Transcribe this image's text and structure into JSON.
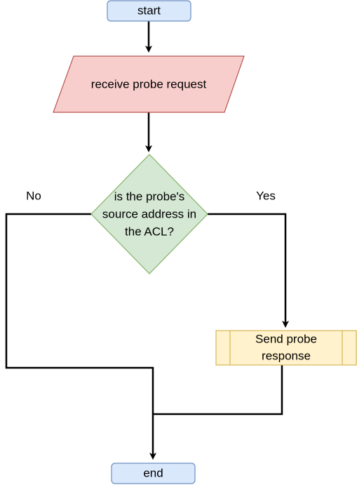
{
  "nodes": {
    "start": {
      "label": "start"
    },
    "receive": {
      "label": "receive probe request"
    },
    "decision": {
      "lines": [
        "is the probe's",
        "source address in",
        "the ACL?"
      ]
    },
    "send": {
      "lines": [
        "Send probe",
        "response"
      ]
    },
    "end": {
      "label": "end"
    }
  },
  "edges": {
    "no_label": "No",
    "yes_label": "Yes"
  },
  "colors": {
    "terminal_fill": "#dae8fc",
    "terminal_stroke": "#6c8ebf",
    "io_fill": "#f8cecc",
    "io_stroke": "#b85450",
    "decision_fill": "#d5e8d4",
    "decision_stroke": "#82b366",
    "process_fill": "#fff2cc",
    "process_stroke": "#d6b656",
    "edge": "#000000"
  }
}
